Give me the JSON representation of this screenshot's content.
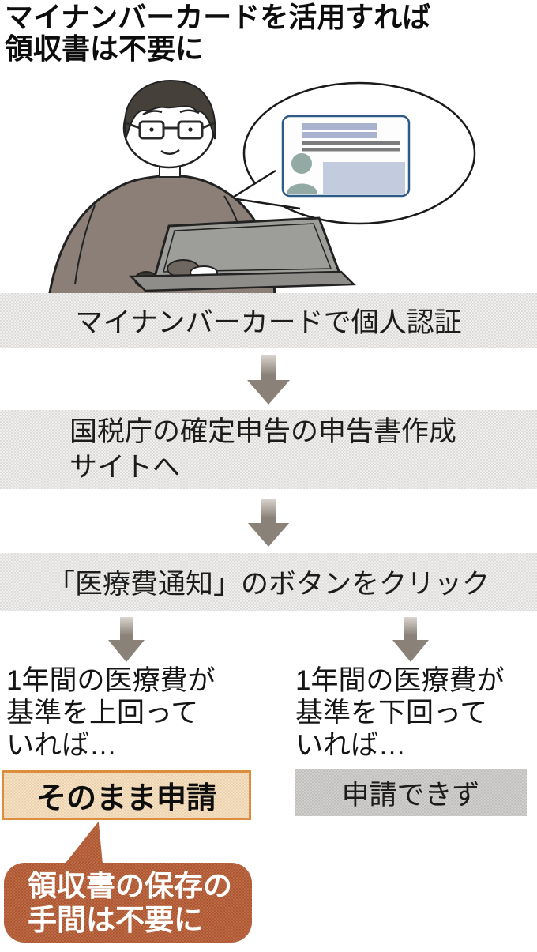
{
  "title": {
    "line1": "マイナンバーカードを活用すれば",
    "line2": "領収書は不要に"
  },
  "flow": {
    "step1": {
      "label": "マイナンバーカードで個人認証"
    },
    "step2": {
      "line1": "国税庁の確定申告の申告書作成",
      "line2": "サイトへ"
    },
    "step3": {
      "label": "「医療費通知」のボタンをクリック"
    }
  },
  "branches": {
    "left": {
      "condition": [
        "1年間の医療費が",
        "基準を上回って",
        "いれば…"
      ],
      "result": "そのまま申請"
    },
    "right": {
      "condition": [
        "1年間の医療費が",
        "基準を下回って",
        "いれば…"
      ],
      "result": "申請できず"
    }
  },
  "callout": {
    "line1": "領収書の保存の",
    "line2": "手間は不要に"
  },
  "colors": {
    "step_band_bg": "#e6e5e4",
    "arrow_gray": "#8a8278",
    "highlight_fill": "#f0d9b8",
    "highlight_border": "#dc8d3e",
    "negative_bg": "#c7c6c5",
    "callout_bg": "#b35f3a",
    "card_border": "#2d5a86",
    "card_photo_bg": "#c3cbdf",
    "card_silhouette": "#92a9a4"
  }
}
